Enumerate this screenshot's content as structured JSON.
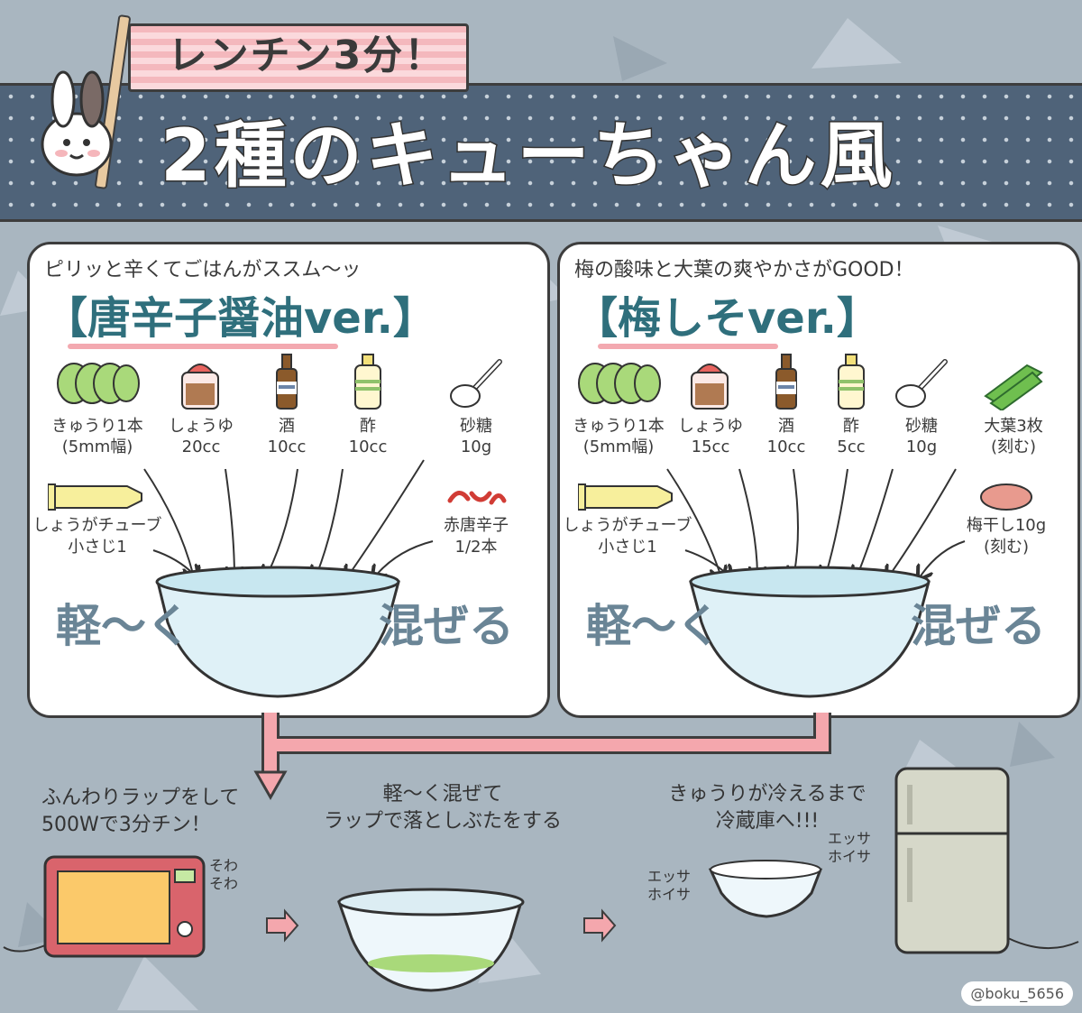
{
  "header": {
    "flag_text": "レンチン3分！",
    "title": "2種のキューちゃん風"
  },
  "left_card": {
    "note": "ピリッと辛くてごはんがススム〜ッ",
    "version": "【唐辛子醤油ver.】",
    "ingredients": [
      {
        "icon": "cucumber-icon",
        "label": "きゅうり1本",
        "qty": "(5mm幅)"
      },
      {
        "icon": "soy-sauce-icon",
        "label": "しょうゆ",
        "qty": "20cc"
      },
      {
        "icon": "sake-bottle-icon",
        "label": "酒",
        "qty": "10cc"
      },
      {
        "icon": "vinegar-bottle-icon",
        "label": "酢",
        "qty": "10cc"
      },
      {
        "icon": "sugar-spoon-icon",
        "label": "砂糖",
        "qty": "10g"
      }
    ],
    "extra_left": {
      "icon": "ginger-tube-icon",
      "label": "しょうがチューブ",
      "qty": "小さじ1"
    },
    "extra_right": {
      "icon": "red-chili-icon",
      "label": "赤唐辛子",
      "qty": "1/2本"
    },
    "mix_left": "軽〜く",
    "mix_right": "混ぜる"
  },
  "right_card": {
    "note": "梅の酸味と大葉の爽やかさがGOOD！",
    "version": "【梅しそver.】",
    "ingredients": [
      {
        "icon": "cucumber-icon",
        "label": "きゅうり1本",
        "qty": "(5mm幅)"
      },
      {
        "icon": "soy-sauce-icon",
        "label": "しょうゆ",
        "qty": "15cc"
      },
      {
        "icon": "sake-bottle-icon",
        "label": "酒",
        "qty": "10cc"
      },
      {
        "icon": "vinegar-bottle-icon",
        "label": "酢",
        "qty": "5cc"
      },
      {
        "icon": "sugar-spoon-icon",
        "label": "砂糖",
        "qty": "10g"
      },
      {
        "icon": "shiso-leaf-icon",
        "label": "大葉3枚",
        "qty": "(刻む)"
      }
    ],
    "extra_left": {
      "icon": "ginger-tube-icon",
      "label": "しょうがチューブ",
      "qty": "小さじ1"
    },
    "extra_right": {
      "icon": "umeboshi-icon",
      "label": "梅干し10g",
      "qty": "(刻む)"
    },
    "mix_left": "軽〜く",
    "mix_right": "混ぜる"
  },
  "steps": {
    "microwave": "ふんわりラップをして\n500Wで3分チン！",
    "sowa": "そわ\nそわ",
    "stir": "軽〜く混ぜて\nラップで落としぶたをする",
    "fridge": "きゅうりが冷えるまで\n冷蔵庫へ!!!",
    "essa_left": "エッサ\nホイサ",
    "essa_right": "エッサ\nホイサ"
  },
  "credit": "@boku_5656",
  "colors": {
    "background": "#a9b6c0",
    "banner": "#4f6379",
    "flag_pink": "#f4b8bd",
    "arrow_pink": "#f4a7ad",
    "title_teal": "#2f6f7c",
    "mix_text": "#6a8596"
  }
}
